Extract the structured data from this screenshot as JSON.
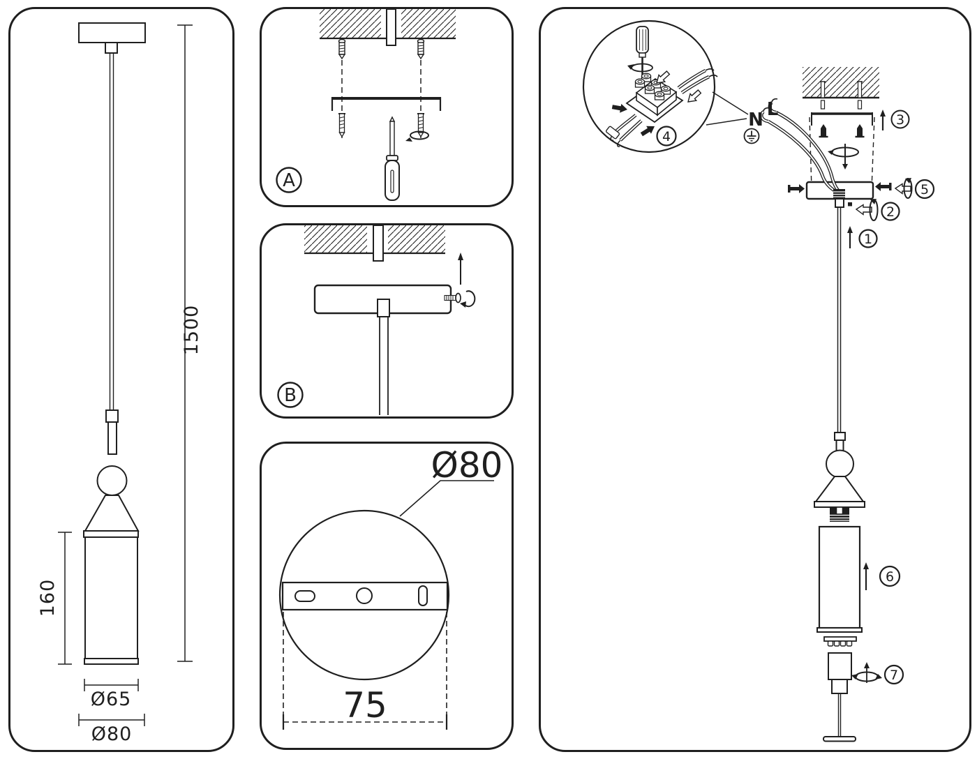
{
  "side_view": {
    "overall_drop": "1500",
    "shade_height": "160",
    "shade_diameter": "Ø65",
    "canopy_diameter": "Ø80"
  },
  "step_a": {
    "label": "A"
  },
  "step_b": {
    "label": "B"
  },
  "canopy_top_view": {
    "diameter": "Ø80",
    "hole_spacing": "75"
  },
  "assembly": {
    "neutral": "N",
    "live": "L",
    "step1": "1",
    "step2": "2",
    "step3": "3",
    "step4": "4",
    "step5": "5",
    "step6": "6",
    "step7": "7"
  },
  "colors": {
    "line": "#1f1f1f",
    "background": "#ffffff"
  }
}
